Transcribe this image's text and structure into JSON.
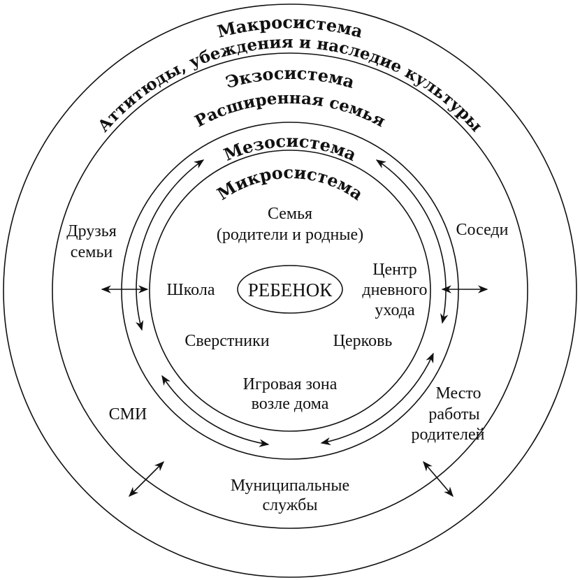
{
  "macro": {
    "title": "Макросистема",
    "subtitle": "Аттитюды, убеждения и наследие культуры"
  },
  "exo": {
    "title": "Экзосистема",
    "subtitle": "Расширенная семья"
  },
  "meso": {
    "title": "Мезосистема"
  },
  "micro": {
    "title": "Микросистема"
  },
  "center": {
    "label": "РЕБЕНОК"
  },
  "micro_items": {
    "family_1": "Семья",
    "family_2": "(родители и родные)",
    "school": "Школа",
    "daycare_1": "Центр",
    "daycare_2": "дневного",
    "daycare_3": "ухода",
    "peers": "Сверстники",
    "church": "Церковь",
    "play_1": "Игровая зона",
    "play_2": "возле дома"
  },
  "exo_items": {
    "friends_1": "Друзья",
    "friends_2": "семьи",
    "neighbors": "Соседи",
    "media": "СМИ",
    "work_1": "Место",
    "work_2": "работы",
    "work_3": "родителей",
    "municipal_1": "Муниципальные",
    "municipal_2": "службы"
  }
}
